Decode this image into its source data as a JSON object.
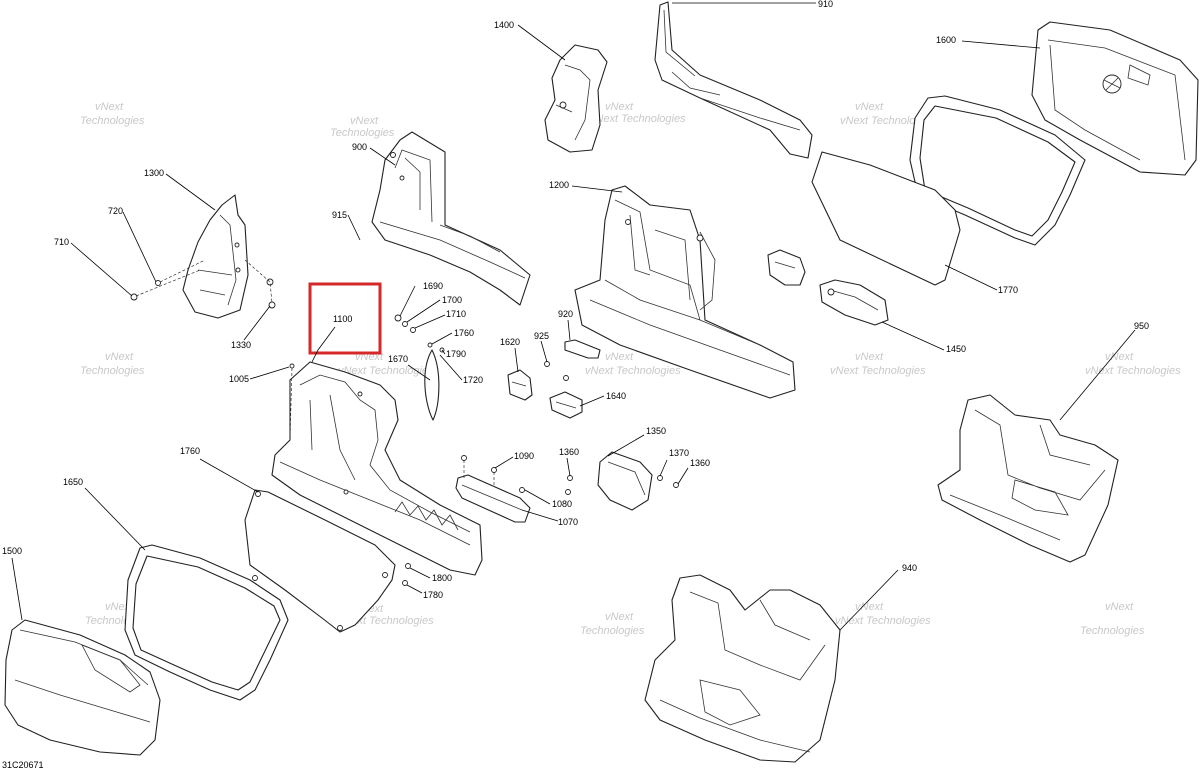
{
  "diagram": {
    "reference_code": "31C20671",
    "watermark_line1": "vNext",
    "watermark_line2": "Technologies",
    "watermark_full": "vNext Technologies",
    "highlight_color": "#d62828",
    "highlighted_callout": "1100",
    "callouts": {
      "c910": "910",
      "c1400": "1400",
      "c1600": "1600",
      "c900": "900",
      "c1300": "1300",
      "c720": "720",
      "c710": "710",
      "c915": "915",
      "c1200": "1200",
      "c1100": "1100",
      "c1690": "1690",
      "c1700": "1700",
      "c1710": "1710",
      "c1760a": "1760",
      "c1790": "1790",
      "c1670": "1670",
      "c1720": "1720",
      "c1330": "1330",
      "c1005": "1005",
      "c1620": "1620",
      "c925": "925",
      "c920": "920",
      "c1640": "1640",
      "c1770": "1770",
      "c1450": "1450",
      "c950": "950",
      "c1760b": "1760",
      "c1650": "1650",
      "c1090": "1090",
      "c1360a": "1360",
      "c1350": "1350",
      "c1370": "1370",
      "c1360b": "1360",
      "c1080": "1080",
      "c1070": "1070",
      "c1800": "1800",
      "c1780": "1780",
      "c1500": "1500",
      "c940": "940"
    }
  }
}
